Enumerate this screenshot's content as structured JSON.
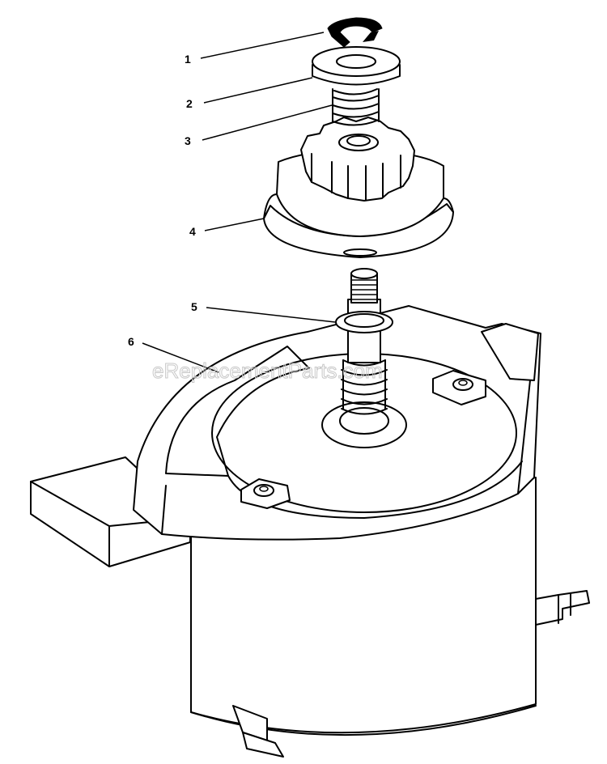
{
  "callouts": [
    {
      "id": "1",
      "label": "1"
    },
    {
      "id": "2",
      "label": "2"
    },
    {
      "id": "3",
      "label": "3"
    },
    {
      "id": "4",
      "label": "4"
    },
    {
      "id": "5",
      "label": "5"
    },
    {
      "id": "6",
      "label": "6"
    }
  ],
  "watermark": "eReplacementParts.com"
}
